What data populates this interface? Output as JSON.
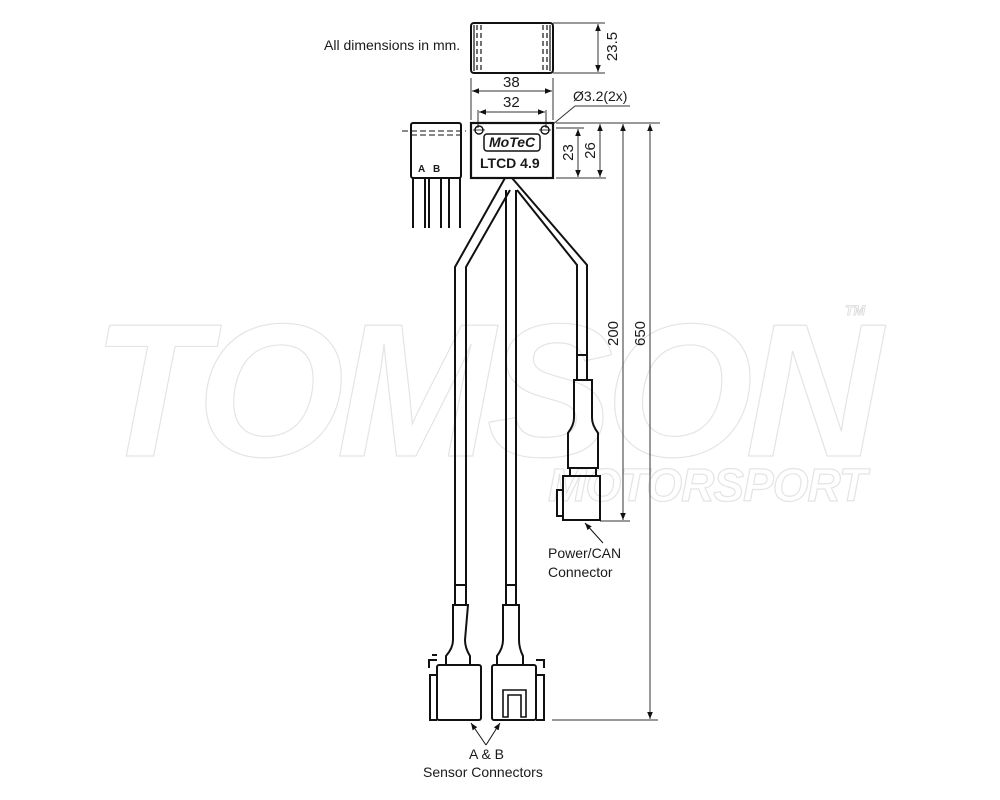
{
  "note": "All dimensions in mm.",
  "unit_label": {
    "brand": "MoTeC",
    "model": "LTCD 4.9",
    "pin_labels": [
      "A",
      "B"
    ]
  },
  "dimensions": {
    "body_height": "23.5",
    "overall_width": "38",
    "hole_spacing": "32",
    "mount_hole": "Ø3.2(2x)",
    "hole_to_bottom": "23",
    "unit_height": "26",
    "power_lead_length": "200",
    "sensor_lead_length": "650"
  },
  "callouts": {
    "power_connector": [
      "Power/CAN",
      "Connector"
    ],
    "sensor_connectors": [
      "A & B",
      "Sensor Connectors"
    ]
  },
  "watermark": {
    "main": "TOMSON",
    "sub": "MOTORSPORT",
    "tm": "TM"
  },
  "colors": {
    "line": "#111111",
    "dim_line": "#333333",
    "watermark": "#e4e4e4"
  }
}
